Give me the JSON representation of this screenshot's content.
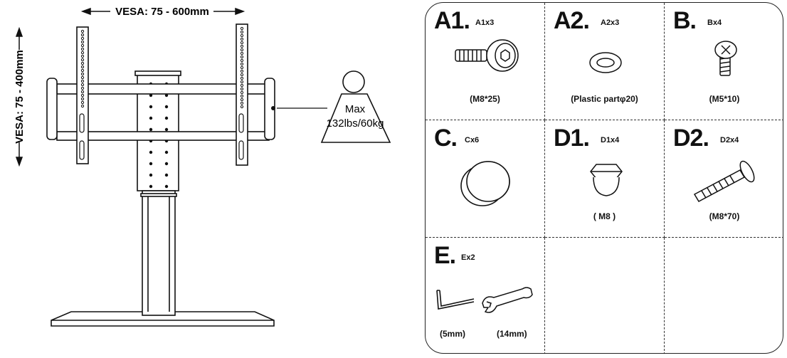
{
  "stand": {
    "vesa_width": "VESA: 75 - 600mm",
    "vesa_height": "VESA: 75 - 400mm",
    "weight_line1": "Max",
    "weight_line2": "132lbs/60kg"
  },
  "parts": [
    {
      "letter": "A1.",
      "qty": "A1x3",
      "spec": "(M8*25)",
      "icon": "thumb-screw-icon"
    },
    {
      "letter": "A2.",
      "qty": "A2x3",
      "spec": "(Plastic partφ20)",
      "icon": "washer-icon"
    },
    {
      "letter": "B.",
      "qty": "Bx4",
      "spec": "(M5*10)",
      "icon": "small-screw-icon"
    },
    {
      "letter": "C.",
      "qty": "Cx6",
      "spec": "",
      "icon": "cap-icon"
    },
    {
      "letter": "D1.",
      "qty": "D1x4",
      "spec": "( M8 )",
      "icon": "hex-nut-icon"
    },
    {
      "letter": "D2.",
      "qty": "D2x4",
      "spec": "(M8*70)",
      "icon": "long-bolt-icon"
    },
    {
      "letter": "E.",
      "qty": "Ex2",
      "spec_left": "(5mm)",
      "spec_right": "(14mm)",
      "icon_left": "allen-key-icon",
      "icon_right": "wrench-icon"
    }
  ]
}
